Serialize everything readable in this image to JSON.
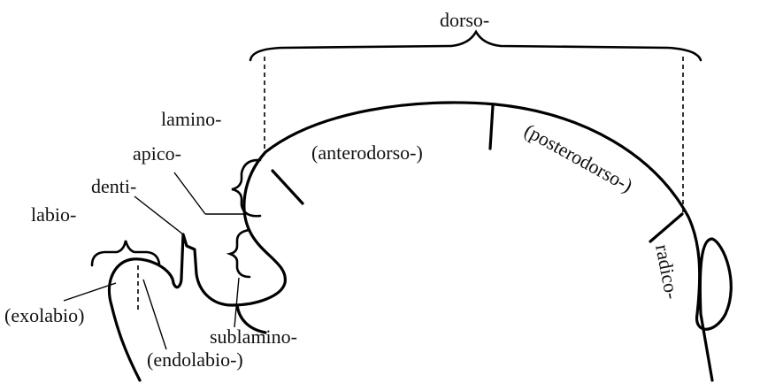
{
  "labels": {
    "dorso": "dorso-",
    "lamino": "lamino-",
    "apico": "apico-",
    "denti": "denti-",
    "labio": "labio-",
    "anterodorso": "(anterodorso-)",
    "posterodorso": "(posterodorso-)",
    "radico": "radico-",
    "exolabio": "(exolabio)",
    "endolabio": "(endolabio-)",
    "sublamino": "sublamino-"
  }
}
